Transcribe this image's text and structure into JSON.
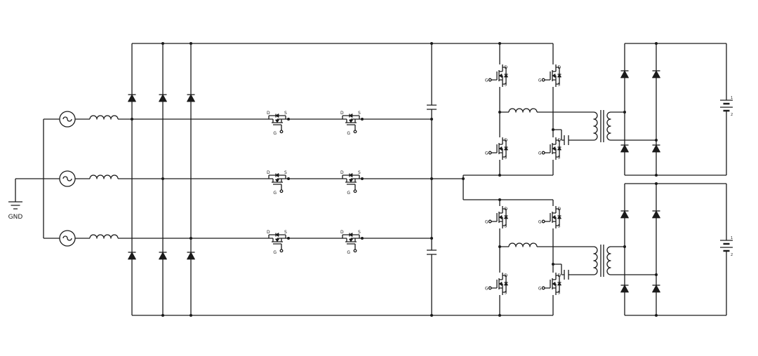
{
  "diagram": {
    "type": "power-converter-circuit-schematic",
    "labels": {
      "ground": "GND",
      "mosfet_gate": "G",
      "mosfet_drain": "D",
      "mosfet_source": "S",
      "battery_pin_top": "1",
      "battery_pin_bottom": "2"
    },
    "colors": {
      "wire": "#1a1a1a",
      "background": "#ffffff"
    }
  }
}
